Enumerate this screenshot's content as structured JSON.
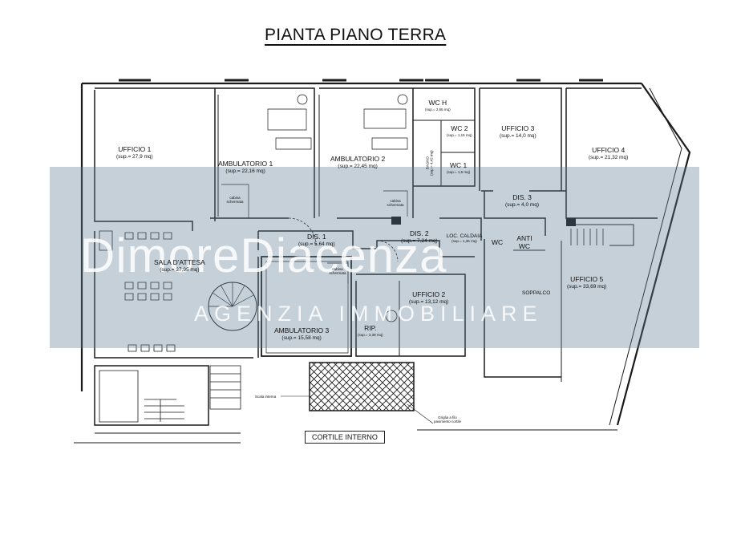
{
  "title": "PIANTA PIANO TERRA",
  "rooms": {
    "ufficio1": {
      "name": "UFFICIO 1",
      "area": "(sup.= 27,9 mq)"
    },
    "ambulatorio1": {
      "name": "AMBULATORIO 1",
      "area": "(sup.= 22,16 mq)"
    },
    "ambulatorio2": {
      "name": "AMBULATORIO 2",
      "area": "(sup.= 22,45 mq)"
    },
    "wch": {
      "name": "WC H",
      "area": "(sup.= 2,65 mq)"
    },
    "wc2": {
      "name": "WC 2",
      "area": "(sup.= 1,15 mq)"
    },
    "wc1": {
      "name": "WC 1",
      "area": "(sup.= 1,5 mq)"
    },
    "bagno": {
      "name": "BAGNO",
      "area": "(sup.= 4,42 mq)"
    },
    "ufficio3": {
      "name": "UFFICIO 3",
      "area": "(sup.= 14,0 mq)"
    },
    "ufficio4": {
      "name": "UFFICIO 4",
      "area": "(sup.= 21,32 mq)"
    },
    "dis3": {
      "name": "DIS. 3",
      "area": "(sup.= 4,0 mq)"
    },
    "dis1": {
      "name": "DIS. 1",
      "area": "(sup.= 5,64 mq)"
    },
    "dis2": {
      "name": "DIS. 2",
      "area": "(sup.= 7,24 mq)"
    },
    "locCaldaia": {
      "name": "LOC. CALDAIA",
      "area": "(sup.= 1,36 mq)"
    },
    "wc": {
      "name": "WC"
    },
    "antiWc": {
      "name": "ANTI WC"
    },
    "salaAttesa": {
      "name": "SALA D'ATTESA",
      "area": "(sup.= 37,95 mq)"
    },
    "ufficio2": {
      "name": "UFFICIO 2",
      "area": "(sup.= 13,12 mq)"
    },
    "rip": {
      "name": "RIP.",
      "area": "(sup.= 3,38 mq)"
    },
    "ambulatorio3": {
      "name": "AMBULATORIO 3",
      "area": "(sup.= 15,58 mq)"
    },
    "ufficio5": {
      "name": "UFFICIO 5",
      "area": "(sup.= 33,69 mq)"
    },
    "soppalco": {
      "name": "SOPPALCO"
    }
  },
  "cabina1": "cabina schermata",
  "cabina2": "cabina schermata",
  "cabina3": "cabina schermata",
  "note_left": "Scala interna",
  "note_right": "Griglia a filo pavimento cortile",
  "courtyard": "CORTILE INTERNO",
  "watermark": {
    "name": "DimoreDiacenza",
    "tagline": "AGENZIA IMMOBILIARE"
  },
  "colors": {
    "line": "#1a1a1a",
    "watermark": "#5f7d96"
  }
}
